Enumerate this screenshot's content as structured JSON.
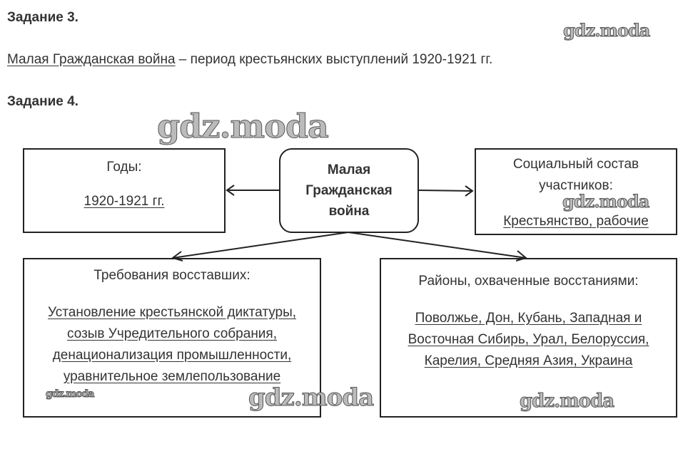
{
  "task3": {
    "title": "Задание 3.",
    "term": "Малая Гражданская война",
    "definition": " – период крестьянских выступлений 1920-1921 гг."
  },
  "task4": {
    "title": "Задание 4.",
    "center": "Малая Гражданская война",
    "years": {
      "label": "Годы:",
      "value": "1920-1921 гг."
    },
    "social": {
      "label": "Социальный состав участников:",
      "value": "Крестьянство, рабочие"
    },
    "demands": {
      "label": "Требования восставших:",
      "value": "Установление крестьянской диктатуры, созыв Учредительного собрания, денационализация промышленности, уравнительное землепользование"
    },
    "regions": {
      "label": "Районы, охваченные восстаниями:",
      "value": "Поволжье, Дон, Кубань, Западная и Восточная Сибирь, Урал, Белоруссия, Карелия, Средняя Азия, Украина"
    }
  },
  "watermark": "gdz.moda"
}
